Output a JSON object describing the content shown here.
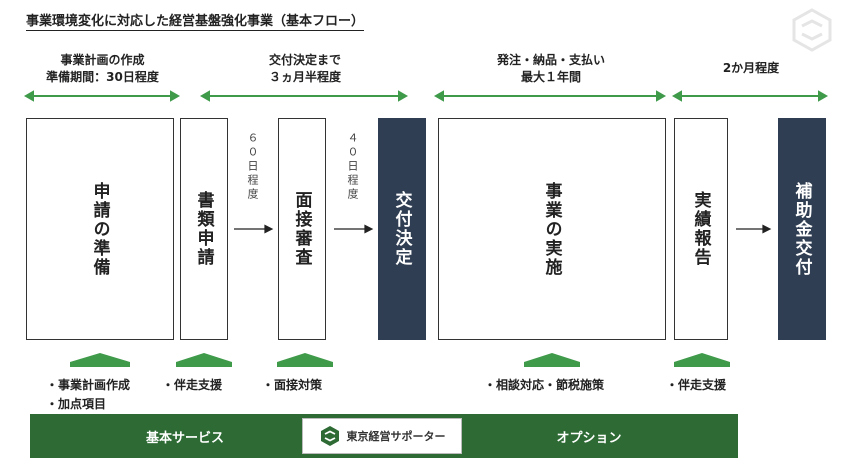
{
  "title": "事業環境変化に対応した経営基盤強化事業（基本フロー）",
  "phases": [
    {
      "line1": "事業計画の作成",
      "line2": "準備期間：30日程度"
    },
    {
      "line1": "交付決定まで",
      "line2": "３ヵ月半程度"
    },
    {
      "line1": "発注・納品・支払い",
      "line2": "最大１年間"
    },
    {
      "line1": "2か月程度",
      "line2": ""
    }
  ],
  "steps": [
    {
      "label": "申請の準備"
    },
    {
      "label": "書類申請"
    },
    {
      "label": "面接審査"
    },
    {
      "label": "交付決定"
    },
    {
      "label": "事業の実施"
    },
    {
      "label": "実績報告"
    },
    {
      "label": "補助金交付"
    }
  ],
  "intervals": [
    "６０日程度",
    "４０日程度"
  ],
  "supports": {
    "s1": {
      "line1": "・事業計画作成",
      "line2": "・加点項目"
    },
    "s2": "・伴走支援",
    "s3": "・面接対策",
    "s4": "・相談対応・節税施策",
    "s5": "・伴走支援"
  },
  "bars": {
    "basic": "基本サービス",
    "option": "オプション",
    "logo_text": "東京経営サポーター"
  },
  "colors": {
    "accent_green": "#2d6a34",
    "arrow_green": "#3f9a4a",
    "dark_box": "#2f3e52"
  }
}
